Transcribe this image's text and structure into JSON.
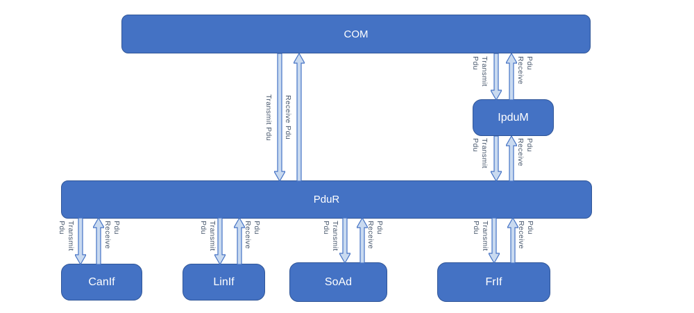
{
  "diagram": {
    "boxes": {
      "com": {
        "label": "COM"
      },
      "ipdum": {
        "label": "IpduM"
      },
      "pdur": {
        "label": "PduR"
      },
      "canif": {
        "label": "CanIf"
      },
      "linif": {
        "label": "LinIf"
      },
      "soad": {
        "label": "SoAd"
      },
      "frif": {
        "label": "FrIf"
      }
    },
    "labels": {
      "transmit": "Transmit",
      "receive": "Receive",
      "pdu": "Pdu",
      "transmit_pdu": "Transmit Pdu",
      "receive_pdu": "Receive Pdu"
    },
    "connections": [
      {
        "from": "COM",
        "to": "PduR",
        "down_label": "Transmit Pdu",
        "up_label": "Receive Pdu"
      },
      {
        "from": "COM",
        "to": "IpduM",
        "down_label": "Transmit Pdu",
        "up_label": "Receive Pdu"
      },
      {
        "from": "IpduM",
        "to": "PduR",
        "down_label": "Transmit Pdu",
        "up_label": "Receive Pdu"
      },
      {
        "from": "PduR",
        "to": "CanIf",
        "down_label": "Transmit Pdu",
        "up_label": "Receive Pdu"
      },
      {
        "from": "PduR",
        "to": "LinIf",
        "down_label": "Transmit Pdu",
        "up_label": "Receive Pdu"
      },
      {
        "from": "PduR",
        "to": "SoAd",
        "down_label": "Transmit Pdu",
        "up_label": "Receive Pdu"
      },
      {
        "from": "PduR",
        "to": "FrIf",
        "down_label": "Transmit Pdu",
        "up_label": "Receive Pdu"
      }
    ],
    "colors": {
      "background": "#FFFFFF",
      "box_fill": "#4472C4",
      "box_border": "#2F5597",
      "box_text": "#FFFFFF",
      "arrow_fill": "#C9DAF0",
      "arrow_border": "#4472C4",
      "label_text": "#44546A"
    }
  }
}
